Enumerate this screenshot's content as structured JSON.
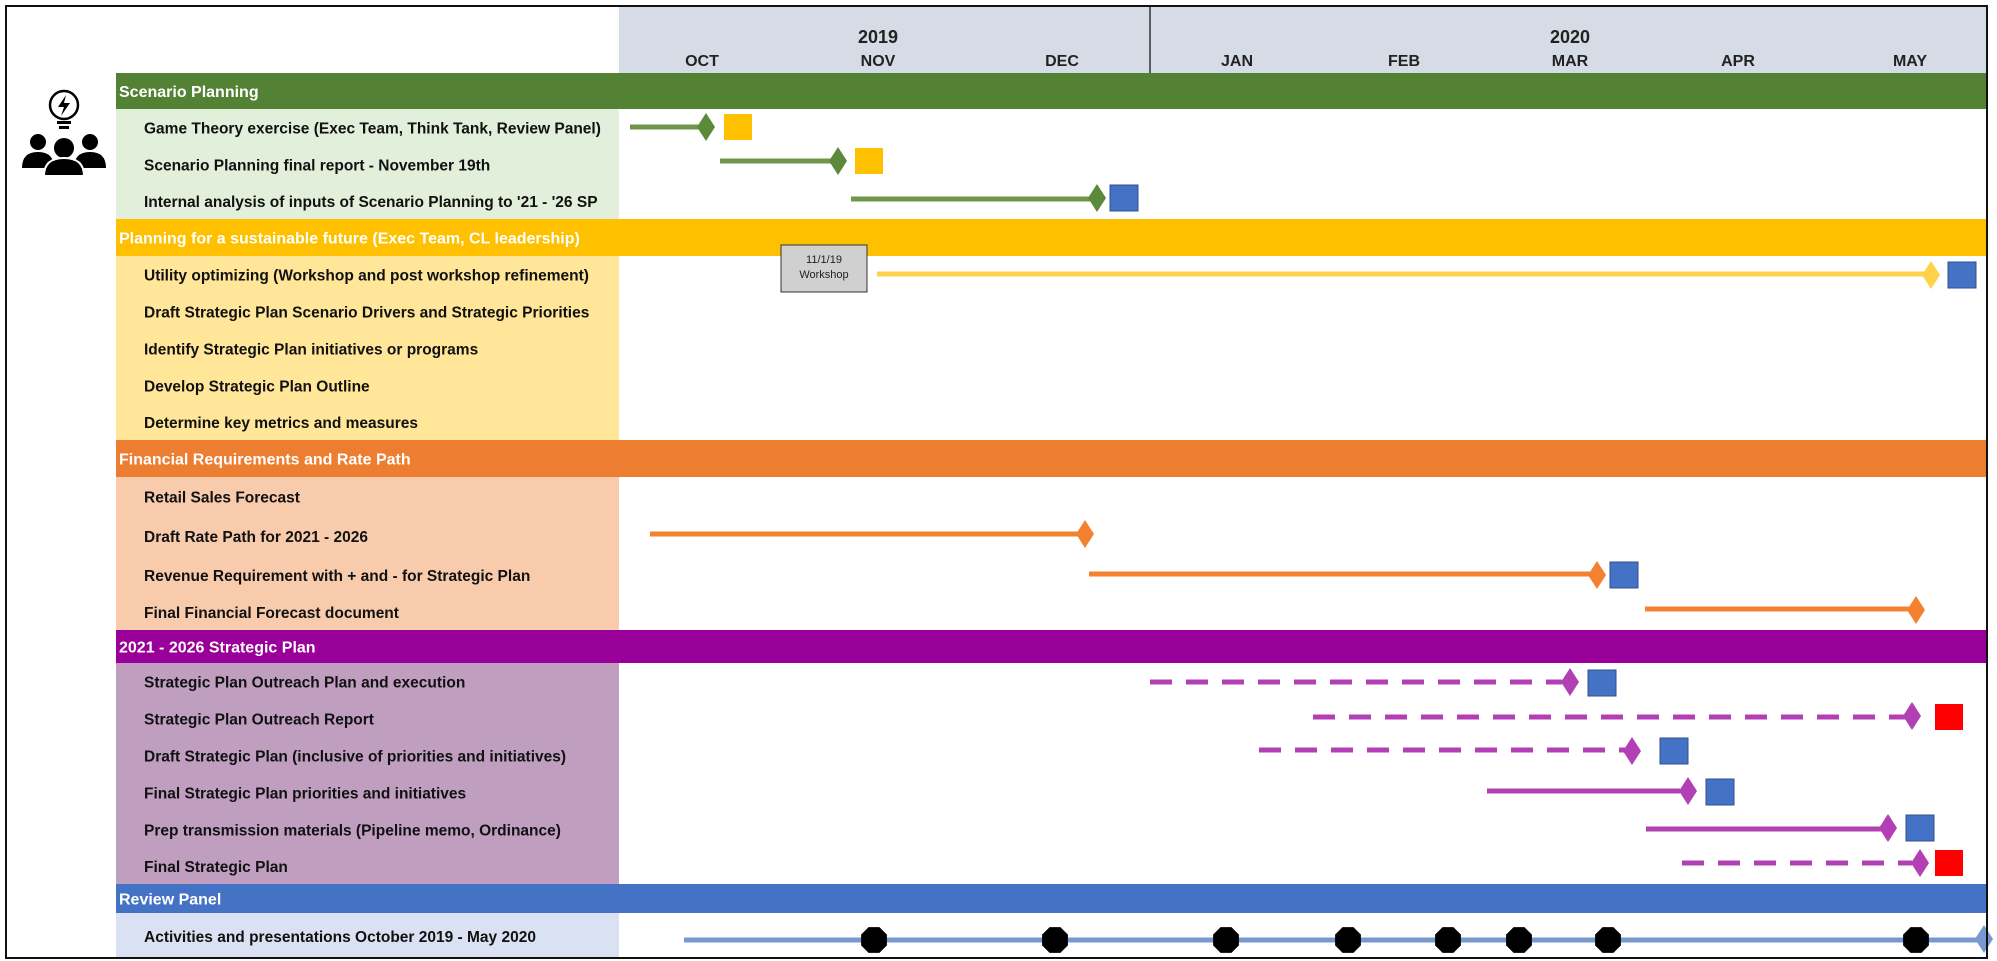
{
  "timeline": {
    "years": [
      "2019",
      "2020"
    ],
    "months": [
      "OCT",
      "NOV",
      "DEC",
      "JAN",
      "FEB",
      "MAR",
      "APR",
      "MAY"
    ],
    "header_color": "#d6dce5"
  },
  "sections": [
    {
      "title": "Scenario Planning",
      "color": "#548235",
      "label_bg": "#e2efda",
      "title_color": "#ffffff",
      "tasks": [
        "Game Theory exercise (Exec Team, Think Tank, Review Panel)",
        "Scenario Planning final report - November 19th",
        "Internal analysis of inputs of Scenario Planning to '21 - '26 SP"
      ]
    },
    {
      "title": "Planning for a sustainable future  (Exec Team, CL leadership)",
      "color": "#ffc000",
      "label_bg": "#ffe699",
      "title_color": "#ffffff",
      "tasks": [
        "Utility optimizing  (Workshop and post workshop refinement)",
        "Draft Strategic Plan Scenario Drivers and Strategic Priorities",
        "Identify  Strategic Plan initiatives or programs",
        "Develop Strategic Plan Outline",
        "Determine key metrics and measures"
      ]
    },
    {
      "title": "Financial Requirements and Rate Path",
      "color": "#ed7d31",
      "label_bg": "#f8cbad",
      "title_color": "#ffffff",
      "tasks": [
        "Retail Sales Forecast",
        "Draft Rate Path for 2021 - 2026",
        "Revenue Requirement with + and - for Strategic Plan",
        "Final Financial Forecast document"
      ]
    },
    {
      "title": "2021 - 2026 Strategic Plan",
      "color": "#990099",
      "label_bg": "#c09ec0",
      "title_color": "#ffffff",
      "tasks": [
        "Strategic Plan Outreach Plan and execution",
        "Strategic Plan Outreach Report",
        "Draft Strategic Plan (inclusive of priorities and initiatives)",
        "Final Strategic Plan priorities and initiatives",
        "Prep transmission materials (Pipeline memo, Ordinance)",
        "Final Strategic Plan"
      ]
    },
    {
      "title": "Review Panel",
      "color": "#4472c4",
      "label_bg": "#d9e1f2",
      "title_color": "#ffffff",
      "tasks": [
        "Activities and presentations October 2019 - May 2020"
      ]
    }
  ],
  "callout": {
    "line1": "11/1/19",
    "line2": "Workshop"
  },
  "colors": {
    "square_yellow": "#ffc000",
    "square_blue": "#4472c4",
    "square_red": "#ff0000",
    "bar_green": "#70964b",
    "diamond_green": "#5b8a3a",
    "bar_yellow": "#ffd24a",
    "bar_orange": "#f4812f",
    "bar_purple": "#b23fb3",
    "bar_review": "#7898cf",
    "milestone_black": "#000000",
    "callout_bg": "#d0d0d0"
  },
  "icon": "team-idea-icon"
}
